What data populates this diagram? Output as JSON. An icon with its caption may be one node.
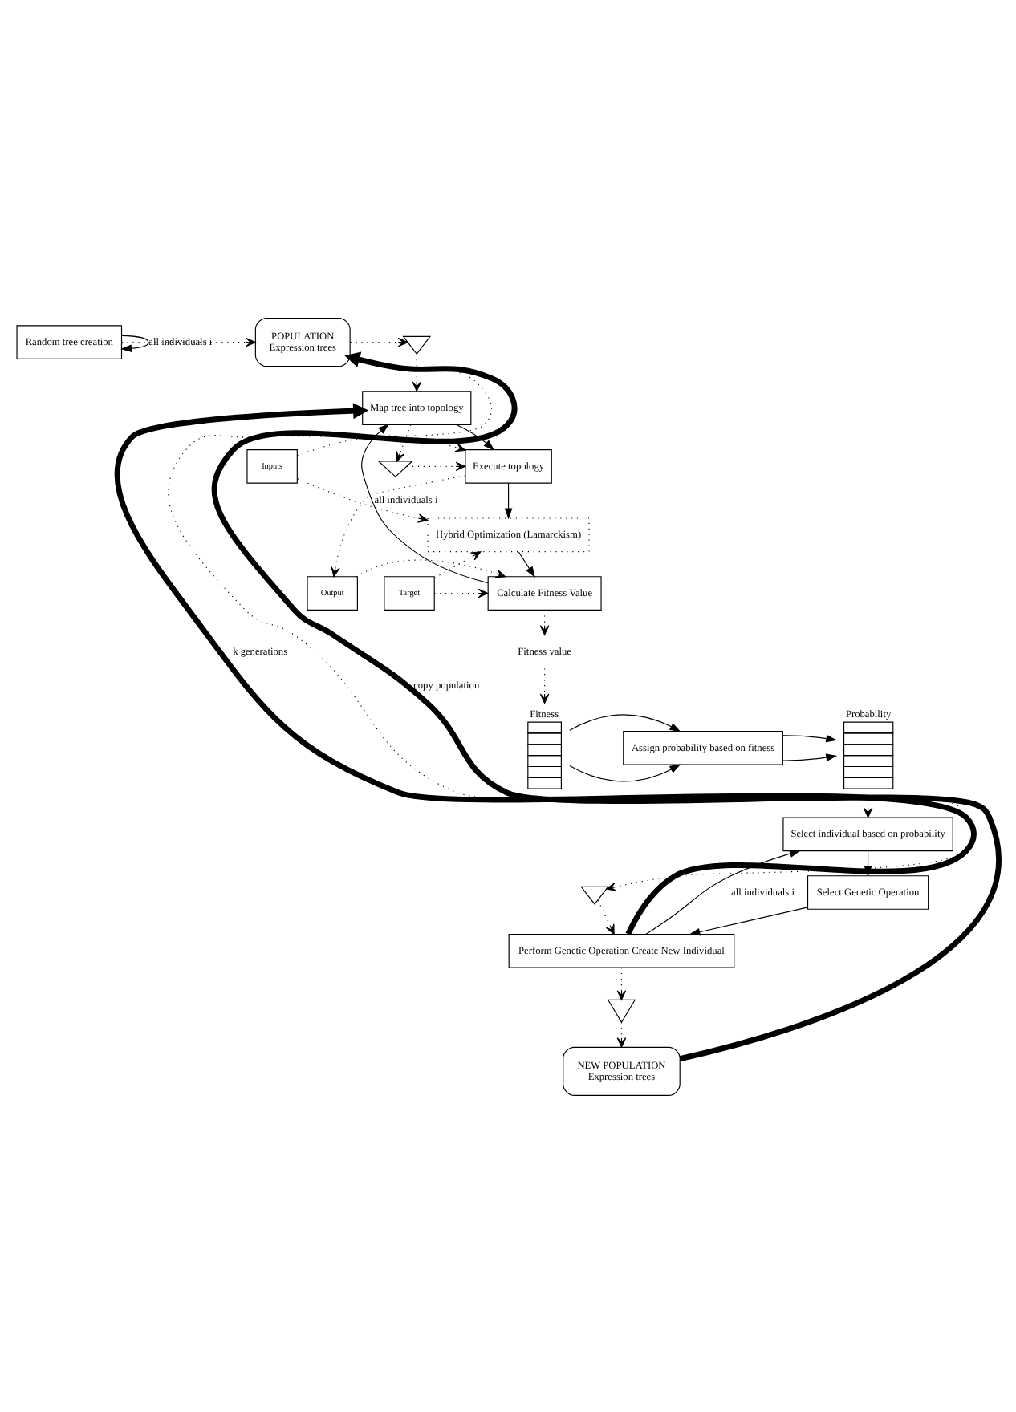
{
  "diagram": {
    "nodes": [
      {
        "text": [
          "Random tree creation"
        ]
      },
      {
        "text": [
          "Map tree into topology"
        ]
      },
      {
        "text": [
          "Execute topology"
        ]
      },
      {
        "text": [
          "Hybrid Optimization (Lamarckism)"
        ]
      },
      {
        "text": [
          "Calculate Fitness Value"
        ]
      },
      {
        "text": [],
        "shape": "picture"
      },
      {
        "text": [],
        "shape": "picture"
      },
      {
        "text": [
          "Inputs"
        ]
      },
      {
        "text": [
          "Output"
        ]
      },
      {
        "text": [
          "Target"
        ]
      },
      {
        "text": [
          "Fitness value"
        ]
      },
      {
        "text": [
          "Fitness"
        ]
      },
      {
        "text": [
          "Assign probability based on fitness"
        ]
      },
      {
        "text": [
          "Probability"
        ]
      },
      {
        "text": [
          "Select individual based on probability"
        ]
      },
      {
        "text": [
          "Select Genetic Operation"
        ]
      },
      {
        "text": [
          "Perform Genetic Operation Create New Individual"
        ]
      },
      {
        "text": [],
        "shape": "picture"
      },
      {
        "text": [],
        "shape": "picture"
      },
      {
        "text": [
          "POPULATION",
          "Expression trees"
        ]
      },
      {
        "text": [
          "NEW POPULATION",
          "Expression trees"
        ]
      }
    ],
    "edges": [
      {
        "from": 0,
        "to": 0,
        "arrow": "to",
        "label": "all individuals i"
      },
      {
        "from": 0,
        "to": 19,
        "arrow": "to",
        "style": "dashed"
      },
      {
        "from": 16,
        "to": 1,
        "arrow": "to",
        "style": "thick",
        "label": "k generations"
      },
      {
        "from": 4,
        "to": 1,
        "arrow": "to",
        "label": "all individuals i"
      },
      {
        "from": 1,
        "to": 2,
        "arrow": "to"
      },
      {
        "from": 2,
        "to": 3,
        "arrow": "to"
      },
      {
        "from": 3,
        "to": 4,
        "arrow": "to"
      },
      {
        "from": 5,
        "to": 1,
        "arrow": "to",
        "style": "dashed"
      },
      {
        "from": 19,
        "to": 5,
        "arrow": "to",
        "style": "dashed"
      },
      {
        "from": 1,
        "to": 6,
        "arrow": "to",
        "style": "dashed"
      },
      {
        "from": 6,
        "to": 2,
        "arrow": "to",
        "style": "dashed"
      },
      {
        "from": 7,
        "to": 2,
        "arrow": "to",
        "style": "dashed"
      },
      {
        "from": 7,
        "to": 3,
        "arrow": "to",
        "style": "dashed"
      },
      {
        "from": 2,
        "to": 8,
        "arrow": "to",
        "style": "dashed"
      },
      {
        "from": 8,
        "to": 4,
        "arrow": "to",
        "style": "dashed"
      },
      {
        "from": 9,
        "to": 3,
        "arrow": "to",
        "style": "dashed"
      },
      {
        "from": 9,
        "to": 4,
        "arrow": "to",
        "style": "dashed"
      },
      {
        "from": 4,
        "to": 10,
        "arrow": "to",
        "style": "dashed"
      },
      {
        "from": 10,
        "to": 11,
        "arrow": "to",
        "style": "dashed"
      },
      {
        "from": 11,
        "to": 12,
        "arrow": "to"
      },
      {
        "from": 11,
        "to": 12,
        "arrow": "to"
      },
      {
        "from": 12,
        "to": 13,
        "arrow": "to"
      },
      {
        "from": 12,
        "to": 13,
        "arrow": "to"
      },
      {
        "from": 13,
        "to": 14,
        "arrow": "to",
        "style": "dashed"
      },
      {
        "from": 16,
        "to": 14,
        "arrow": "to",
        "label": "all individuals i"
      },
      {
        "from": 14,
        "to": 15,
        "arrow": "to"
      },
      {
        "from": 15,
        "to": 16,
        "arrow": "to"
      },
      {
        "from": 19,
        "to": 17,
        "arrow": "to",
        "style": "dashed"
      },
      {
        "from": 17,
        "to": 16,
        "arrow": "to",
        "style": "dashed"
      },
      {
        "from": 16,
        "to": 18,
        "arrow": "to",
        "style": "dashed"
      },
      {
        "from": 18,
        "to": 20,
        "arrow": "to",
        "style": "dashed"
      },
      {
        "from": 20,
        "to": 19,
        "arrow": "to",
        "style": "thick",
        "label": "copy population"
      }
    ]
  }
}
